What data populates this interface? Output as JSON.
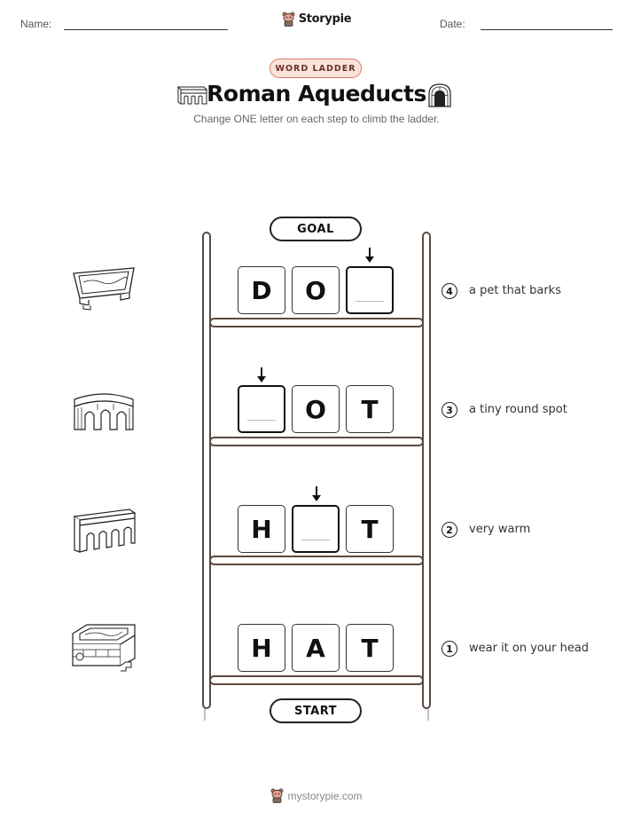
{
  "header": {
    "name_label": "Name:",
    "date_label": "Date:",
    "brand": "Storypie"
  },
  "badge": "WORD LADDER",
  "title": "Roman Aqueducts",
  "subtitle": "Change ONE letter on each step to climb the ladder.",
  "ladder": {
    "goal_label": "GOAL",
    "start_label": "START",
    "steps": [
      {
        "number": "4",
        "clue": "a pet that barks",
        "letters": [
          "D",
          "O",
          ""
        ],
        "picture": "water-trough-icon"
      },
      {
        "number": "3",
        "clue": "a tiny round spot",
        "letters": [
          "",
          "O",
          "T"
        ],
        "picture": "arched-bridge-icon"
      },
      {
        "number": "2",
        "clue": "very warm",
        "letters": [
          "H",
          "",
          "T"
        ],
        "picture": "aqueduct-icon"
      },
      {
        "number": "1",
        "clue": "wear it on your head",
        "letters": [
          "H",
          "A",
          "T"
        ],
        "picture": "roman-bath-icon"
      }
    ]
  },
  "footer": "mystorypie.com",
  "colors": {
    "badge_fill": "#fbe3db",
    "badge_border": "#d77a66",
    "ladder": "#5a4a42"
  }
}
